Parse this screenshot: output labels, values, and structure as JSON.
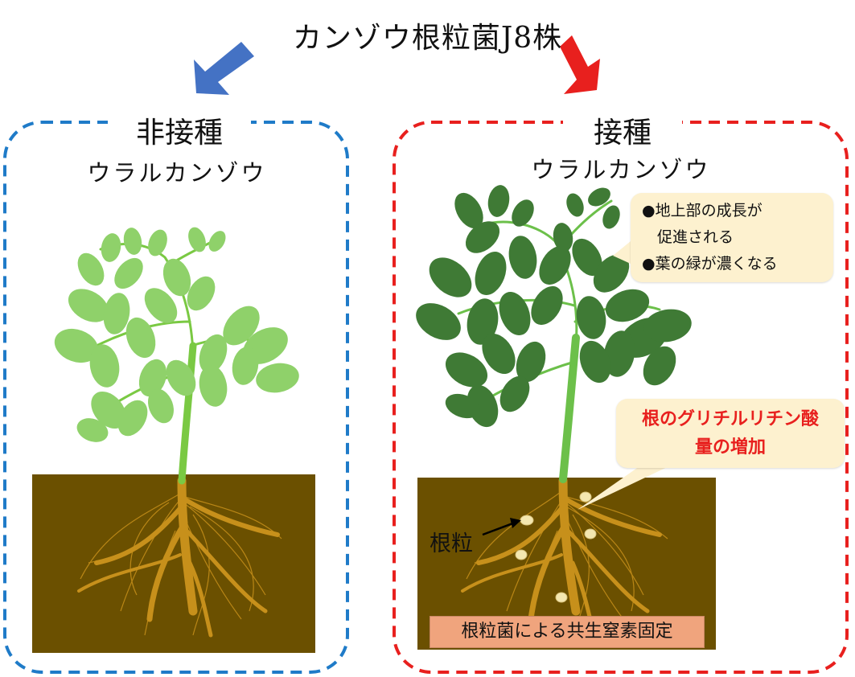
{
  "title": "カンゾウ根粒菌J8株",
  "left_panel": {
    "label": "非接種",
    "species": "ウラルカンゾウ",
    "border_color": "#1f7bc8",
    "leaf_color": "#8fd16a",
    "stem_color": "#7ac943"
  },
  "right_panel": {
    "label": "接種",
    "species": "ウラルカンゾウ",
    "border_color": "#e8201e",
    "leaf_color": "#3f7a35",
    "stem_color": "#6cc04a",
    "effects": [
      "●地上部の成長が",
      "　促進される",
      "●葉の緑が濃くなる"
    ],
    "glycyrrhizin_note": [
      "根のグリチルリチン酸",
      "量の増加"
    ],
    "nodule_label": "根粒",
    "fixation_label": "根粒菌による共生窒素固定"
  },
  "colors": {
    "soil": "#6b5000",
    "root": "#c7901b",
    "nodule": "#f4e7b0",
    "arrow_left": "#4472c4",
    "arrow_right": "#e8201e",
    "callout_bg": "#fdf1cf"
  }
}
